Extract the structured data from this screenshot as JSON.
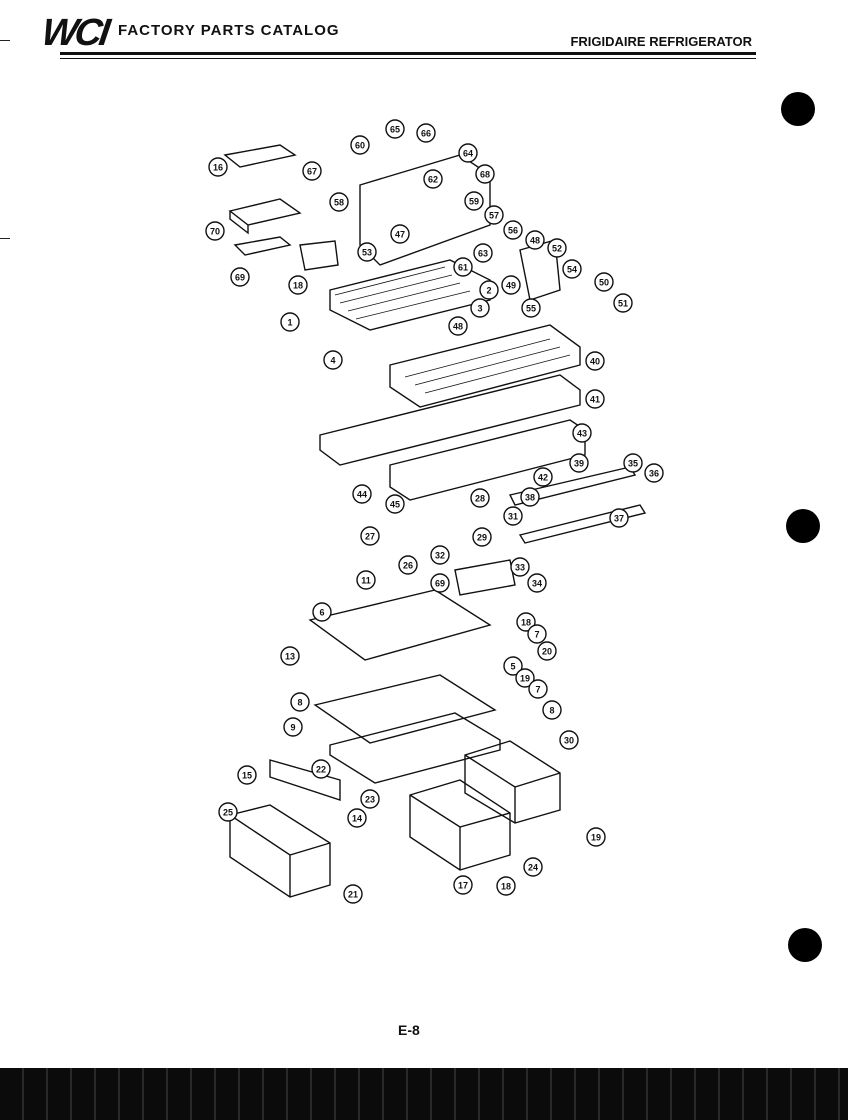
{
  "header": {
    "logo": "WCI",
    "catalog_title": "FACTORY PARTS CATALOG",
    "product_title": "FRIGIDAIRE REFRIGERATOR"
  },
  "diagram": {
    "callouts": [
      "16",
      "70",
      "69",
      "60",
      "65",
      "66",
      "64",
      "67",
      "58",
      "68",
      "62",
      "59",
      "57",
      "56",
      "48",
      "52",
      "54",
      "53",
      "47",
      "61",
      "63",
      "49",
      "55",
      "50",
      "51",
      "18",
      "2",
      "3",
      "1",
      "48",
      "4",
      "40",
      "41",
      "43",
      "42",
      "39",
      "35",
      "36",
      "37",
      "44",
      "45",
      "38",
      "28",
      "31",
      "29",
      "27",
      "32",
      "26",
      "33",
      "34",
      "69",
      "11",
      "6",
      "18",
      "7",
      "13",
      "20",
      "5",
      "19",
      "7",
      "8",
      "8",
      "9",
      "30",
      "15",
      "22",
      "23",
      "14",
      "25",
      "21",
      "17",
      "18",
      "19",
      "24"
    ]
  },
  "page_number": "E-8"
}
